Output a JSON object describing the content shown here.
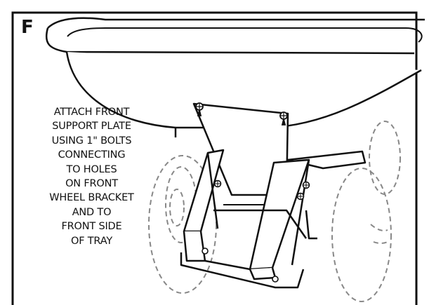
{
  "step": {
    "letter": "F"
  },
  "instruction": {
    "lines": [
      "ATTACH FRONT",
      "SUPPORT PLATE",
      "USING 1\"  BOLTS",
      "CONNECTING",
      "TO HOLES",
      "ON FRONT",
      "WHEEL BRACKET",
      "AND TO",
      "FRONT SIDE",
      "OF TRAY"
    ]
  },
  "colors": {
    "line": "#111111",
    "background": "#ffffff",
    "wheel_dash": "#888888"
  },
  "icons": [
    "bolt-icon",
    "hole-icon"
  ]
}
